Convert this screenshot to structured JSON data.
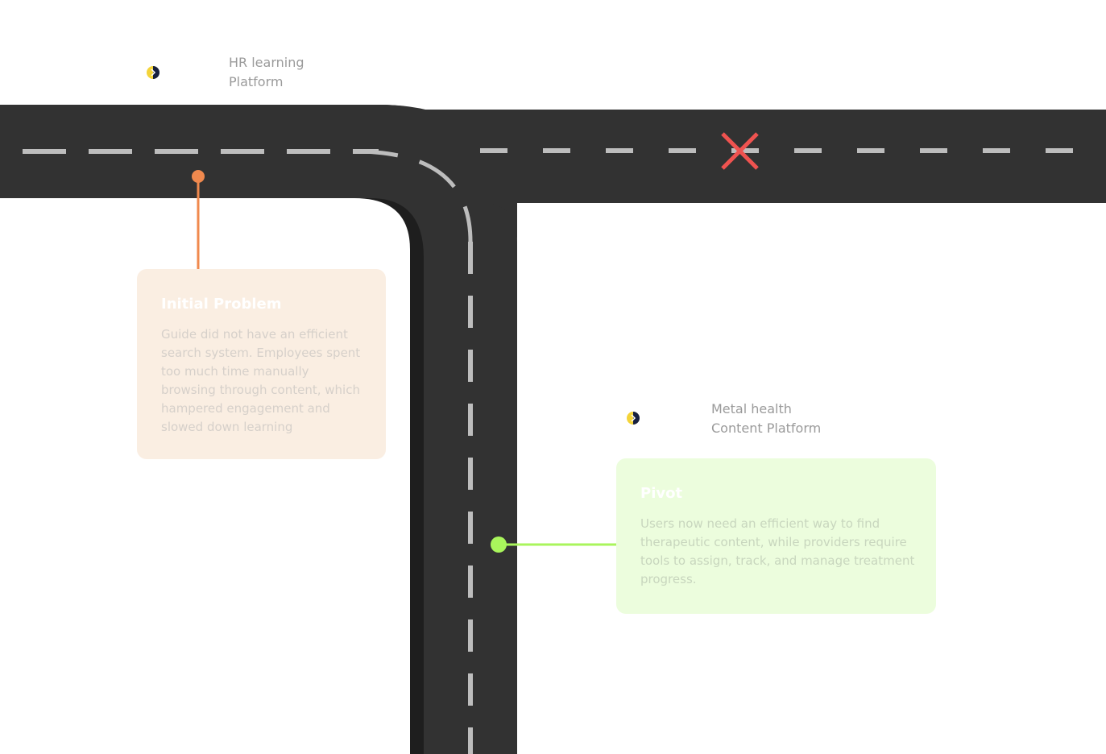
{
  "markers": {
    "start_brand": {
      "label": "HR learning\nPlatform",
      "logo_icon": "half-circle-logo-icon"
    },
    "pivot_brand": {
      "label": "Metal health\nContent Platform",
      "logo_icon": "half-circle-logo-icon"
    }
  },
  "cards": {
    "initial_problem": {
      "title": "Initial Problem",
      "body": "Guide did not have an efficient search system. Employees spent too much time manually browsing through content, which hampered engagement and slowed down learning"
    },
    "pivot": {
      "title": "Pivot",
      "body": "Users now need an efficient way to find therapeutic content, while providers require tools to assign, track, and manage treatment progress."
    }
  },
  "colors": {
    "road": "#323232",
    "road_shadow": "#1e1e1e",
    "lane_marking": "#bdbdbd",
    "dead_end_x": "#ef5350",
    "problem_accent": "#f0894e",
    "pivot_accent": "#a9f55c",
    "problem_card_bg": "#faeee2",
    "pivot_card_bg": "#ecfddd",
    "logo_yellow": "#f4d43a",
    "logo_navy": "#172040"
  },
  "icons": {
    "dead_end": "x-mark-icon"
  }
}
